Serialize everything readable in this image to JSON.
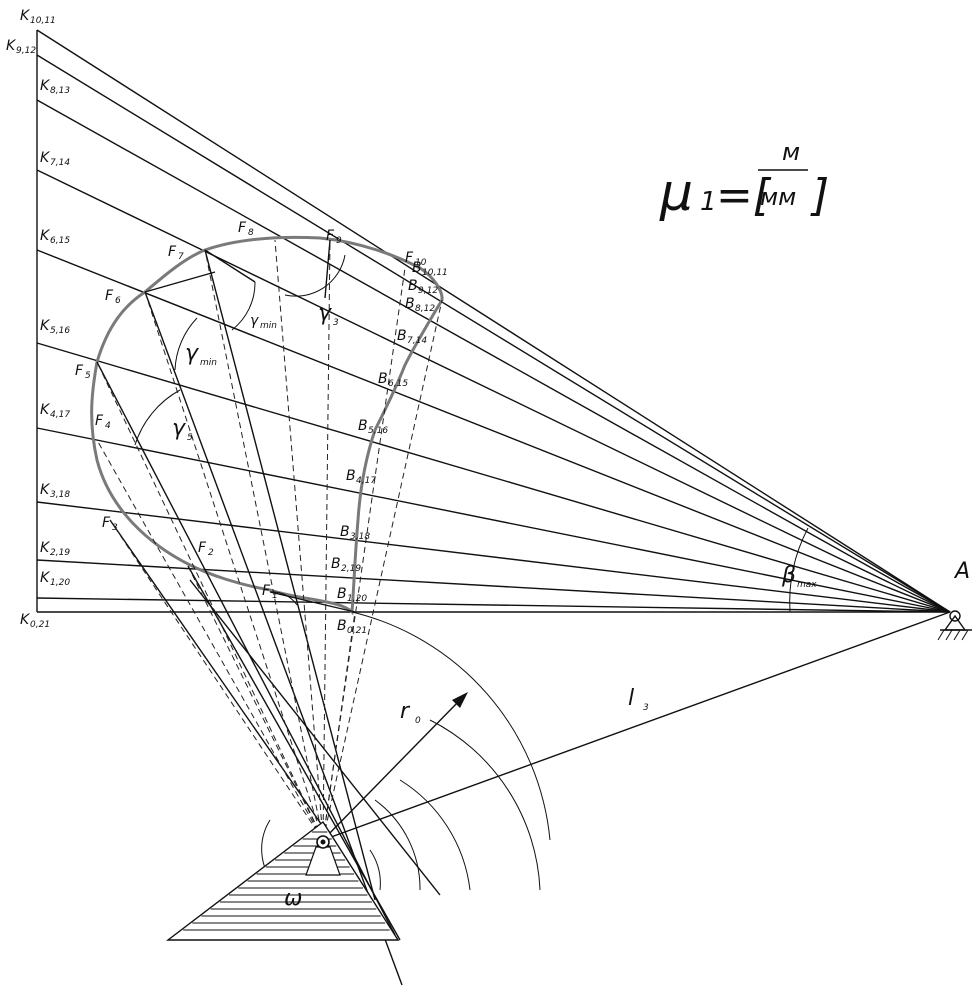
{
  "formula": {
    "mu": "μ",
    "sub": "1",
    "eq": "=[",
    "num": "м",
    "den": "мм",
    "close": "]"
  },
  "points": {
    "A": "A",
    "k_labels": [
      {
        "main": "K",
        "sub": "0,21"
      },
      {
        "main": "K",
        "sub": "1,20"
      },
      {
        "main": "K",
        "sub": "2,19"
      },
      {
        "main": "K",
        "sub": "3,18"
      },
      {
        "main": "K",
        "sub": "4,17"
      },
      {
        "main": "K",
        "sub": "5,16"
      },
      {
        "main": "K",
        "sub": "6,15"
      },
      {
        "main": "K",
        "sub": "7,14"
      },
      {
        "main": "K",
        "sub": "8,13"
      },
      {
        "main": "K",
        "sub": "9,12"
      },
      {
        "main": "K",
        "sub": "10,11"
      }
    ],
    "b_labels": [
      {
        "main": "B",
        "sub": "0,21"
      },
      {
        "main": "B",
        "sub": "1,20"
      },
      {
        "main": "B",
        "sub": "2,19"
      },
      {
        "main": "B",
        "sub": "3,18"
      },
      {
        "main": "B",
        "sub": "4,17"
      },
      {
        "main": "B",
        "sub": "5,16"
      },
      {
        "main": "B",
        "sub": "6,15"
      },
      {
        "main": "B",
        "sub": "7,14"
      },
      {
        "main": "B",
        "sub": "8,12"
      },
      {
        "main": "B",
        "sub": "9,12"
      },
      {
        "main": "B",
        "sub": "10,11"
      }
    ],
    "f_labels": [
      {
        "main": "F",
        "sub": "1"
      },
      {
        "main": "F",
        "sub": "2"
      },
      {
        "main": "F",
        "sub": "3"
      },
      {
        "main": "F",
        "sub": "4"
      },
      {
        "main": "F",
        "sub": "5"
      },
      {
        "main": "F",
        "sub": "6"
      },
      {
        "main": "F",
        "sub": "7"
      },
      {
        "main": "F",
        "sub": "8"
      },
      {
        "main": "F",
        "sub": "9"
      },
      {
        "main": "F",
        "sub": "10"
      }
    ]
  },
  "angles": {
    "beta": {
      "main": "β",
      "sub": "max"
    },
    "gamma3": {
      "main": "γ",
      "sub": "3"
    },
    "gamma5": {
      "main": "γ",
      "sub": "5"
    },
    "gamma_min_1": {
      "main": "γ",
      "sub": "min"
    },
    "gamma_min_2": {
      "main": "γ",
      "sub": "min"
    }
  },
  "dims": {
    "r0": {
      "main": "r",
      "sub": "0"
    },
    "l3": {
      "main": "l",
      "sub": "3"
    },
    "omega": "ω"
  }
}
